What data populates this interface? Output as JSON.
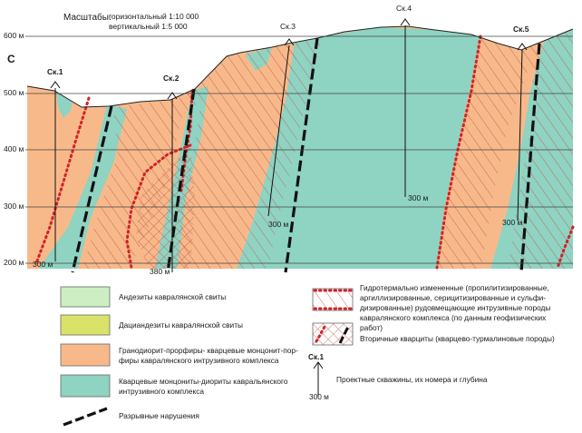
{
  "scale": {
    "label": "Масштабы:",
    "horizontal": "горизонтальный 1:10 000",
    "vertical": "вертикальный 1:5 000"
  },
  "direction": "С",
  "elevations": [
    "600 м",
    "500 м",
    "400 м",
    "300 м",
    "200 м"
  ],
  "wells": [
    {
      "name": "Ск.1",
      "depth": "300 м"
    },
    {
      "name": "Ск.2",
      "depth": "380 м"
    },
    {
      "name": "Ск.3",
      "depth": "300 м"
    },
    {
      "name": "Ск.4",
      "depth": "300 м"
    },
    {
      "name": "Ск.5",
      "depth": "300 м"
    }
  ],
  "legend": {
    "andesites": "Андезиты кавралянской свиты",
    "dacites": "Дациандезиты кавралянской свиты",
    "granodiorite": [
      "Гранодиорит-прорфиры- кварцевые монцонит-пор-",
      "фиры кавралянского интрузивного комплекса"
    ],
    "monzonite": [
      "Кварцевые монцониты-диориты кавральянского",
      "интрузивного комплекса"
    ],
    "faults": "Разрывные нарушения",
    "hydrothermal": [
      "Гидротермально измененные (пропилитизированные,",
      "аргиллизированные, серицитизированные и сульфи-",
      "дизированные) рудовмещающие интрузивные породы",
      "кавралянского комплекса (по данным геофизических",
      "работ)"
    ],
    "quartzites": "Вторичные кварциты (кварцево-турмалиновые породы)",
    "well_name": "Ск.1",
    "well_depth": "300 м",
    "wells": "Проектные скважины, их номера и глубина"
  },
  "colors": {
    "orange": "#f8b98a",
    "teal": "#8fd3c2",
    "andesite": "#cdeec3",
    "dacite": "#d9e36a",
    "hatch": "#c0504d",
    "red_dot": "#d0242a"
  }
}
